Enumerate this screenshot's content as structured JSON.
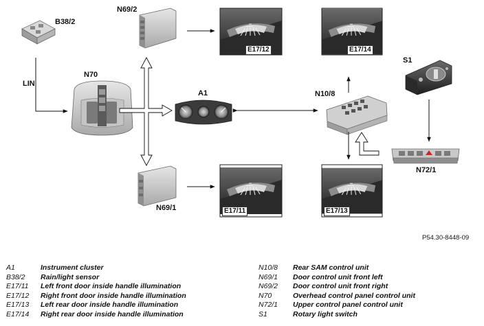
{
  "labels": {
    "b38_2": "B38/2",
    "n69_2": "N69/2",
    "n70": "N70",
    "lin": "LIN",
    "a1": "A1",
    "n10_8": "N10/8",
    "s1": "S1",
    "n72_1": "N72/1",
    "n69_1": "N69/1"
  },
  "photos": {
    "e17_12": "E17/12",
    "e17_14": "E17/14",
    "e17_11": "E17/11",
    "e17_13": "E17/13"
  },
  "reference": "P54.30-8448-09",
  "legend_left": [
    {
      "code": "A1",
      "desc": "Instrument cluster"
    },
    {
      "code": "B38/2",
      "desc": "Rain/light sensor"
    },
    {
      "code": "E17/11",
      "desc": "Left front door inside handle illumination"
    },
    {
      "code": "E17/12",
      "desc": "Right front door inside handle illumination"
    },
    {
      "code": "E17/13",
      "desc": "Left rear door inside handle illumination"
    },
    {
      "code": "E17/14",
      "desc": "Right rear door inside handle illumination"
    }
  ],
  "legend_right": [
    {
      "code": "N10/8",
      "desc": "Rear SAM control unit"
    },
    {
      "code": "N69/1",
      "desc": "Door control unit front left"
    },
    {
      "code": "N69/2",
      "desc": "Door control unit front right"
    },
    {
      "code": "N70",
      "desc": "Overhead control panel control unit"
    },
    {
      "code": "N72/1",
      "desc": "Upper control panel control unit"
    },
    {
      "code": "S1",
      "desc": "Rotary light switch"
    }
  ]
}
